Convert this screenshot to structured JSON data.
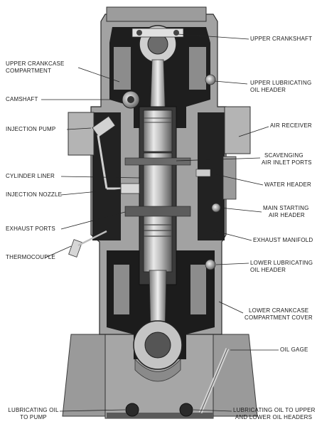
{
  "labels": {
    "upper_crankshaft": "UPPER CRANKSHAFT",
    "upper_crankcase_compartment": [
      "UPPER CRANKCASE",
      "COMPARTMENT"
    ],
    "upper_lubricating_oil_header": [
      "UPPER LUBRICATING",
      "OIL HEADER"
    ],
    "camshaft": "CAMSHAFT",
    "injection_pump": "INJECTION PUMP",
    "air_receiver": "AIR RECEIVER",
    "scavenging_air_inlet_ports": [
      "SCAVENGING",
      "AIR INLET PORTS"
    ],
    "cylinder_liner": "CYLINDER LINER",
    "water_header": "WATER HEADER",
    "injection_nozzle": "INJECTION NOZZLE",
    "main_starting_air_header": [
      "MAIN STARTING",
      "AIR HEADER"
    ],
    "exhaust_ports": "EXHAUST PORTS",
    "exhaust_manifold": "EXHAUST MANIFOLD",
    "thermocouple": "THERMOCOUPLE",
    "lower_lubricating_oil_header": [
      "LOWER LUBRICATING",
      "OIL HEADER"
    ],
    "lower_crankcase_compartment_cover": [
      "LOWER CRANKCASE",
      "COMPARTMENT COVER"
    ],
    "oil_gage": "OIL GAGE",
    "lubricating_oil_to_pump": [
      "LUBRICATING OIL",
      "TO PUMP"
    ],
    "lubricating_oil_to_headers": [
      "LUBRICATING OIL TO UPPER",
      "AND LOWER OIL HEADERS"
    ]
  },
  "colors": {
    "background": "#ffffff",
    "casting_light": "#a8a8a8",
    "casting_mid": "#8c8c8c",
    "casting_dark": "#1c1c1c",
    "metal_highlight": "#e6e6e6",
    "leader_line": "#222222"
  }
}
